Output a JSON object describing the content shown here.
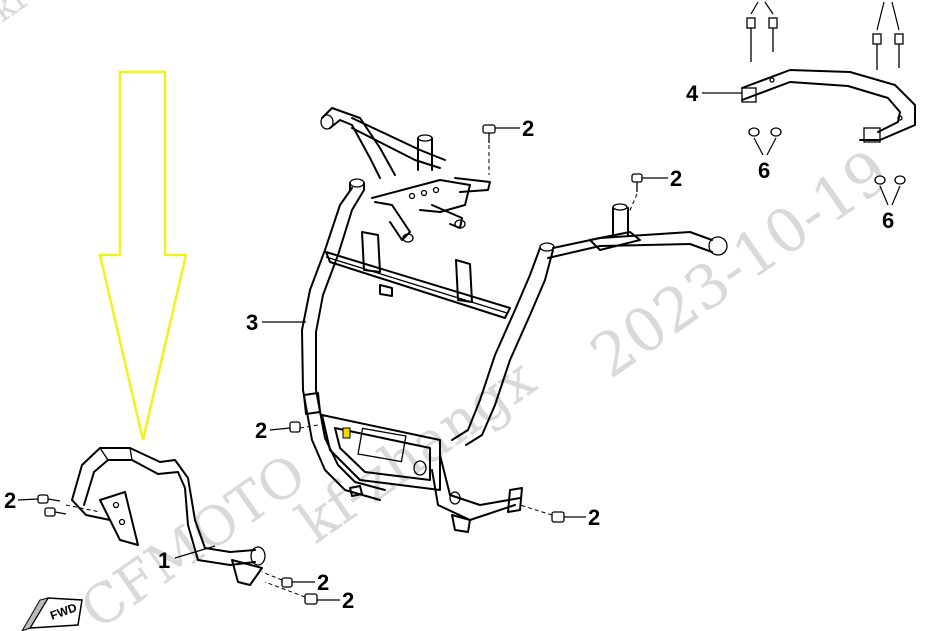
{
  "watermark": {
    "date": "2023-10-19",
    "user": "kf-zhangx",
    "brand": "CFMOTO",
    "corner": "kf"
  },
  "fwd_label": "FWD",
  "callouts": {
    "c1": "1",
    "c2a": "2",
    "c2b": "2",
    "c2c": "2",
    "c2d": "2",
    "c2e": "2",
    "c2f": "2",
    "c2g": "2",
    "c3": "3",
    "c4": "4",
    "c6a": "6",
    "c6b": "6"
  },
  "colors": {
    "highlight_arrow": "#f2f21a",
    "highlight_marker": "#f5d800",
    "line": "#000000",
    "watermark": "#d9d9d9"
  }
}
